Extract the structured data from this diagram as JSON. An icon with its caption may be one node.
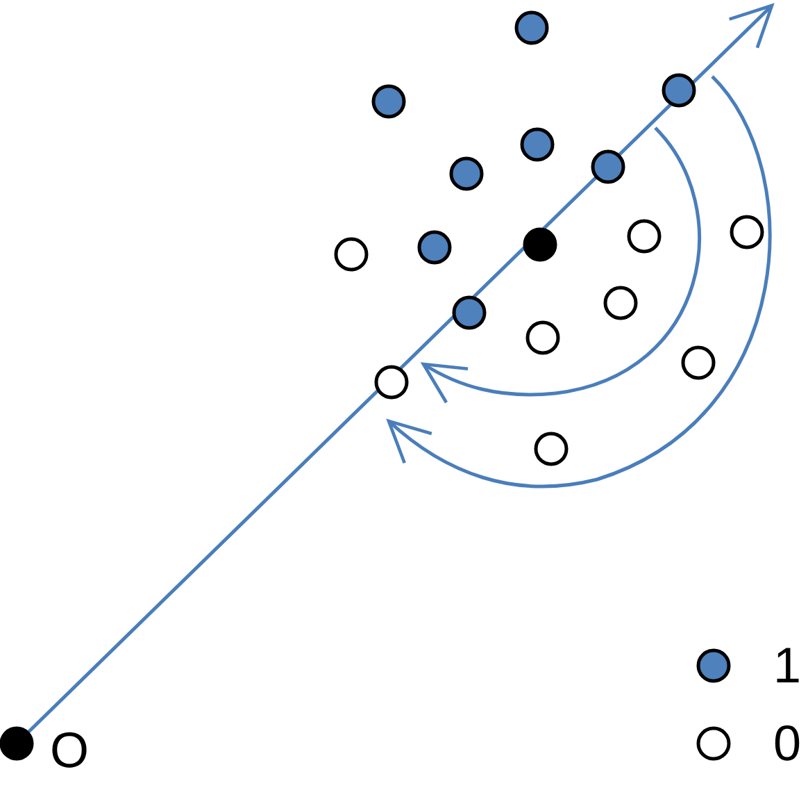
{
  "diagram": {
    "labels": [
      "O"
    ],
    "legend": [
      {
        "text": "1",
        "color": "#4f81bd"
      },
      {
        "text": "0",
        "color": "#ffffff"
      }
    ]
  }
}
